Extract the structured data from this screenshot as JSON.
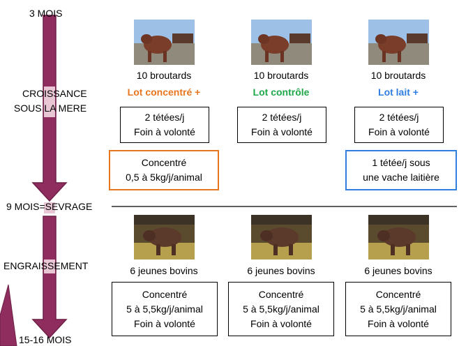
{
  "timeline": {
    "start": "3 MOIS",
    "phase1": [
      "CROISSANCE",
      "SOUS LA MERE"
    ],
    "weaning": "9 MOIS=SEVRAGE",
    "phase2": "ENGRAISSEMENT",
    "end": "15-16 MOIS"
  },
  "groups": [
    {
      "count_label": "10 broutards",
      "lot_name": "Lot concentré +",
      "lot_color": "#e8761e",
      "base_lines": [
        "2 tétées/j",
        "Foin à volonté"
      ],
      "supplement_lines": [
        "Concentré",
        "0,5 à 5kg/j/animal"
      ],
      "supplement_border": "#e8761e",
      "finish_count": "6 jeunes bovins",
      "finish_lines": [
        "Concentré",
        "5 à 5,5kg/j/animal",
        "Foin à volonté"
      ]
    },
    {
      "count_label": "10 broutards",
      "lot_name": "Lot contrôle",
      "lot_color": "#1fa84a",
      "base_lines": [
        "2 tétées/j",
        "Foin à volonté"
      ],
      "finish_count": "6 jeunes bovins",
      "finish_lines": [
        "Concentré",
        "5 à 5,5kg/j/animal",
        "Foin à volonté"
      ]
    },
    {
      "count_label": "10 broutards",
      "lot_name": "Lot lait +",
      "lot_color": "#2f7fe0",
      "base_lines": [
        "2 tétées/j",
        "Foin à volonté"
      ],
      "supplement_lines": [
        "1 tétée/j sous",
        "une vache laitière"
      ],
      "supplement_border": "#2f7fe0",
      "finish_count": "6 jeunes bovins",
      "finish_lines": [
        "Concentré",
        "5 à 5,5kg/j/animal",
        "Foin à volonté"
      ]
    }
  ],
  "colors": {
    "arrow": "#8e2d5e",
    "arrow_edge": "#6f1f47",
    "highlight": "#e9c6d4"
  }
}
